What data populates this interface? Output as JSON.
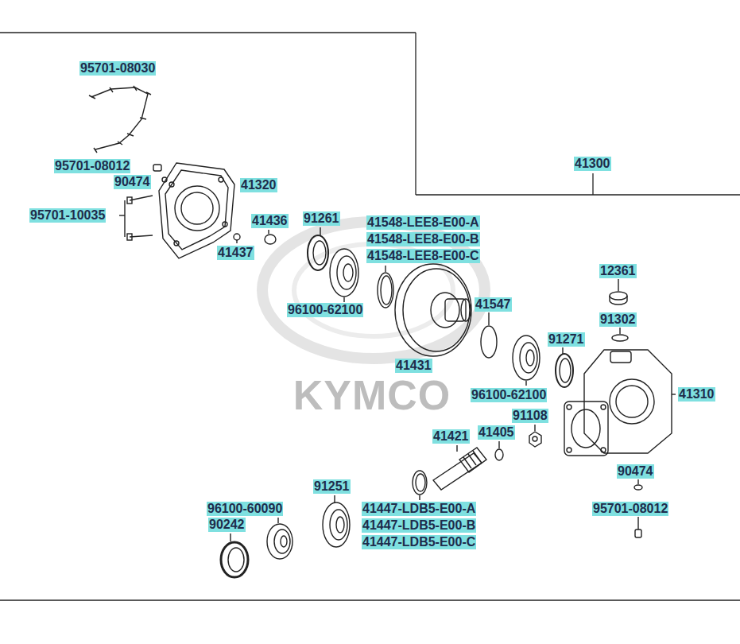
{
  "diagram": {
    "labels": [
      "95701-08030",
      "95701-08012",
      "90474",
      "41320",
      "95701-10035",
      "41436",
      "91261",
      "41437",
      "41548-LEE8-E00-A",
      "41548-LEE8-E00-B",
      "41548-LEE8-E00-C",
      "41300",
      "12361",
      "96100-62100",
      "91302",
      "41547",
      "41431",
      "91271",
      "96100-62100",
      "41310",
      "41421",
      "41405",
      "91108",
      "91251",
      "90474",
      "96100-60090",
      "41447-LDB5-E00-A",
      "41447-LDB5-E00-B",
      "41447-LDB5-E00-C",
      "95701-08012",
      "90242",
      "KYMCO"
    ]
  }
}
